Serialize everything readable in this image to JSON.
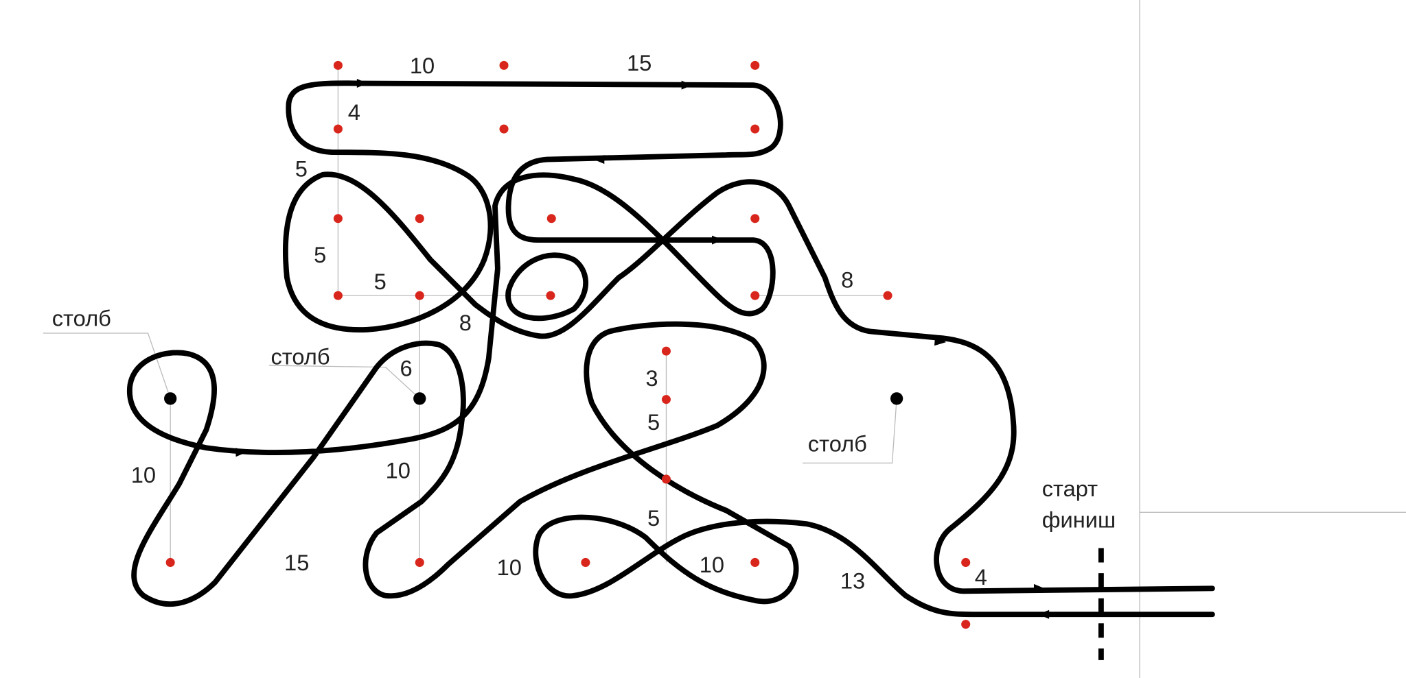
{
  "title": "Схема трассы",
  "colors": {
    "track": "#000000",
    "cone": "#d9261c",
    "pole": "#000000",
    "guide": "#bbbbbb"
  },
  "labels": {
    "d10_top": "10",
    "d15_top": "15",
    "d4_top": "4",
    "d5_a": "5",
    "d5_b": "5",
    "d5_c": "5",
    "d8_mid": "8",
    "d8_right": "8",
    "d6": "6",
    "d10_left": "10",
    "d10_mid": "10",
    "d15_bottom": "15",
    "d3": "3",
    "d5_d": "5",
    "d5_e": "5",
    "d10_b1": "10",
    "d10_b2": "10",
    "d13": "13",
    "d4_finish": "4",
    "pole_left": "столб",
    "pole_mid": "столб",
    "pole_right": "столб",
    "start": "старт",
    "finish": "финиш"
  }
}
